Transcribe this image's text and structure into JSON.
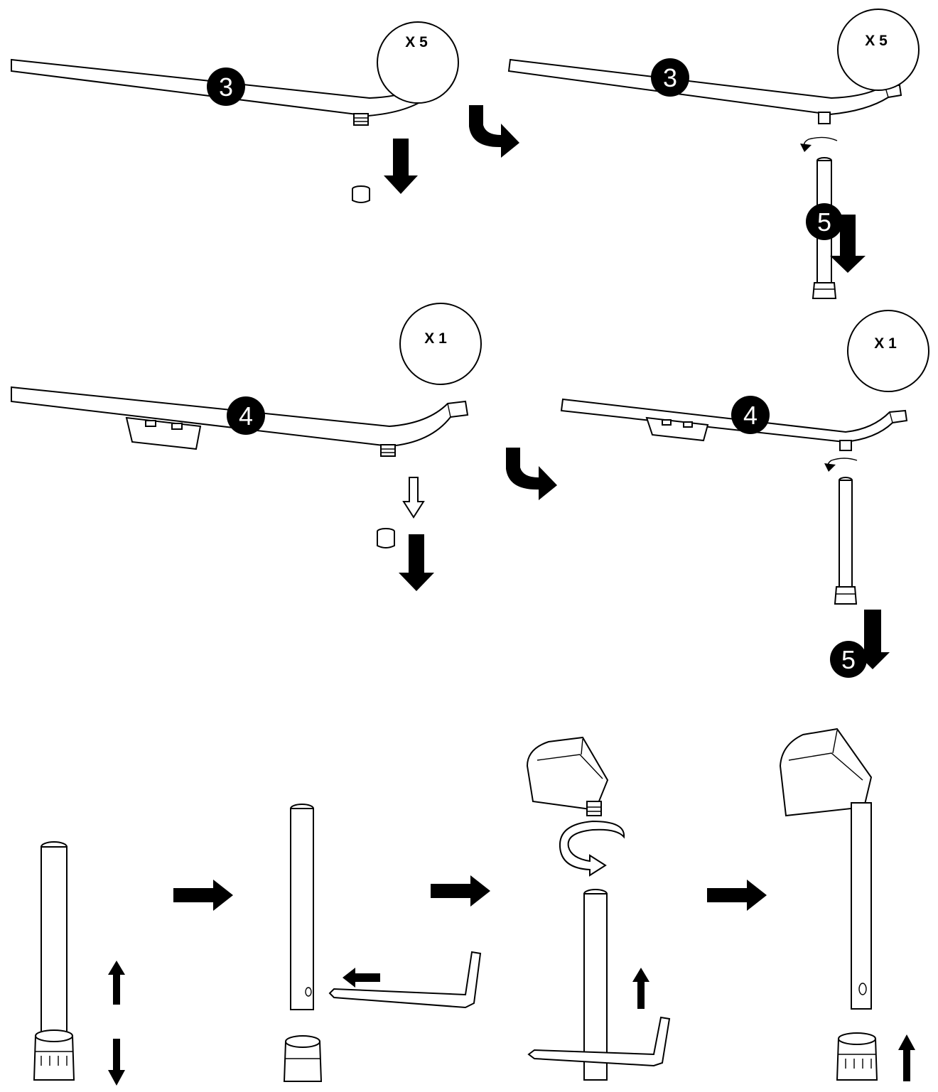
{
  "quantity_labels": {
    "step1_left": "X 5",
    "step1_right": "X 5",
    "step2_left": "X 1",
    "step2_right": "X 1"
  },
  "part_numbers": {
    "arm_3_left": "3",
    "arm_3_right": "3",
    "arm_4_left": "4",
    "arm_4_right": "4",
    "leg_5_top": "5",
    "leg_5_middle": "5"
  },
  "colors": {
    "ink": "#000000",
    "paper": "#ffffff"
  },
  "icons": {
    "down_arrow": "down-arrow-icon",
    "up_arrow": "up-arrow-icon",
    "right_arrow": "right-arrow-icon",
    "curved_arrow": "curved-arrow-icon",
    "rotate_arrow": "rotate-arrow-icon"
  }
}
